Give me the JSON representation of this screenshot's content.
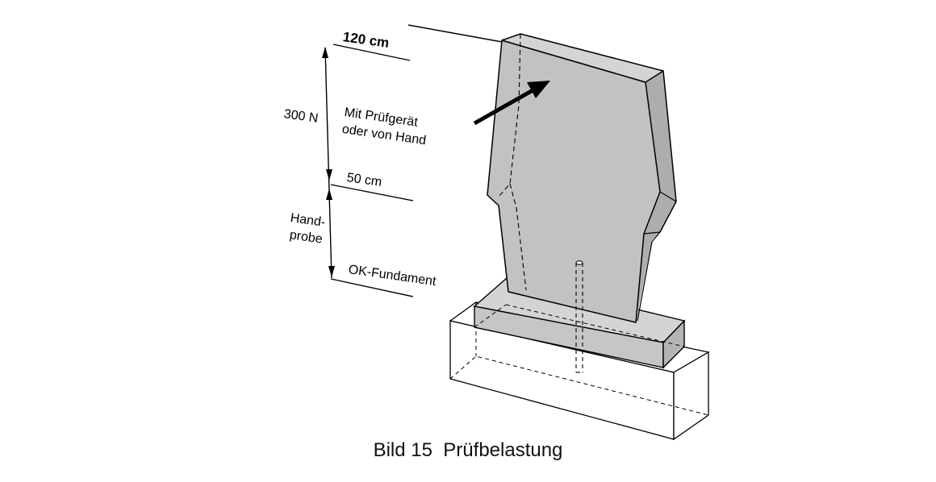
{
  "labels": {
    "top_height": "120 cm",
    "force": "300 N",
    "method_line1": "Mit Prüfgerät",
    "method_line2": "oder von Hand",
    "mid_height": "50 cm",
    "hand_line1": "Hand-",
    "hand_line2": "probe",
    "foundation": "OK-Fundament"
  },
  "caption": "Bild 15  Prüfbelastung",
  "colors": {
    "stone_fill": "#c2c2c2",
    "stone_side": "#adadad",
    "stone_top": "#d4d4d4",
    "base_fill": "#d0d0d0",
    "line": "#000000"
  }
}
